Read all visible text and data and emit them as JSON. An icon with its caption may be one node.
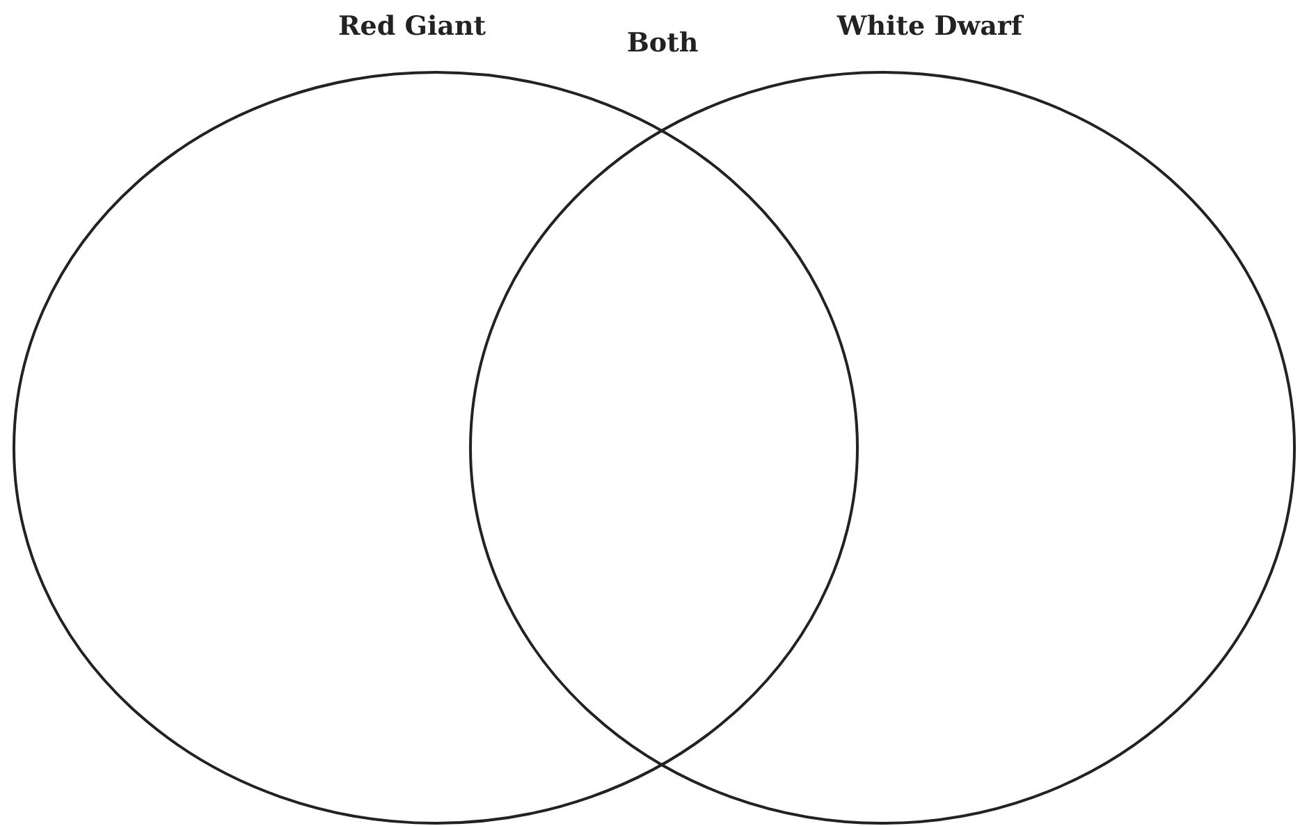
{
  "diagram": {
    "nodes": [
      {
        "text": [
          "Red Giant"
        ]
      },
      {
        "text": [
          "White Dwarf"
        ]
      }
    ],
    "labels": [
      "Both"
    ]
  }
}
